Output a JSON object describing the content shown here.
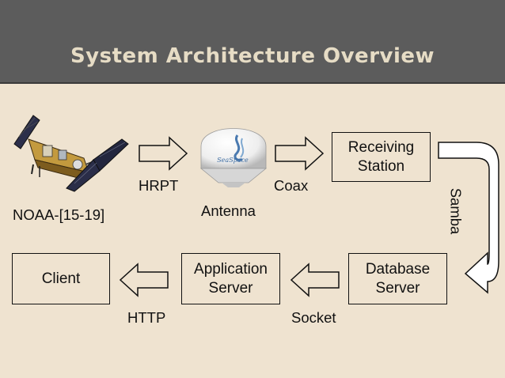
{
  "title": "System Architecture Overview",
  "nodes": {
    "satellite": "NOAA-[15-19]",
    "antenna": "Antenna",
    "receiving_station": "Receiving Station",
    "database_server": "Database Server",
    "application_server": "Application Server",
    "client": "Client"
  },
  "links": {
    "hrpt": "HRPT",
    "coax": "Coax",
    "samba": "Samba",
    "socket": "Socket",
    "http": "HTTP"
  },
  "antenna_logo_text": "SeaSpace",
  "icons": [
    "satellite-icon",
    "antenna-dome-icon",
    "arrow-right-icon",
    "arrow-left-icon",
    "curved-arrow-icon"
  ]
}
